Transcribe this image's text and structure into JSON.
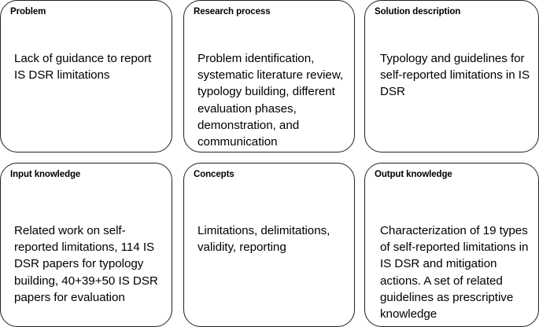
{
  "figure": {
    "kind": "design-science-research-grid",
    "background_color": "#ffffff",
    "border_color": "#231f20",
    "text_color": "#000000",
    "rows": 2,
    "columns": 3
  },
  "cells": [
    {
      "id": "problem",
      "label": "Problem",
      "body": "Lack of guidance to report IS DSR limitations"
    },
    {
      "id": "research-process",
      "label": "Research process",
      "body": "Problem identification, systematic literature review, typology building, different evaluation phases, demonstration, and communication"
    },
    {
      "id": "solution-description",
      "label": "Solution description",
      "body": "Typology and guidelines for self-reported limitations in IS DSR"
    },
    {
      "id": "input-knowledge",
      "label": "Input knowledge",
      "body": "Related work on self-reported limitations, 114 IS DSR papers for typology building, 40+39+50 IS DSR papers for evaluation"
    },
    {
      "id": "concepts",
      "label": "Concepts",
      "body": "Limitations, delimitations, validity, reporting"
    },
    {
      "id": "output-knowledge",
      "label": "Output knowledge",
      "body": "Characterization of 19 types of self-reported limitations in IS DSR and mitigation actions. A set of related guidelines as prescriptive knowledge"
    }
  ]
}
